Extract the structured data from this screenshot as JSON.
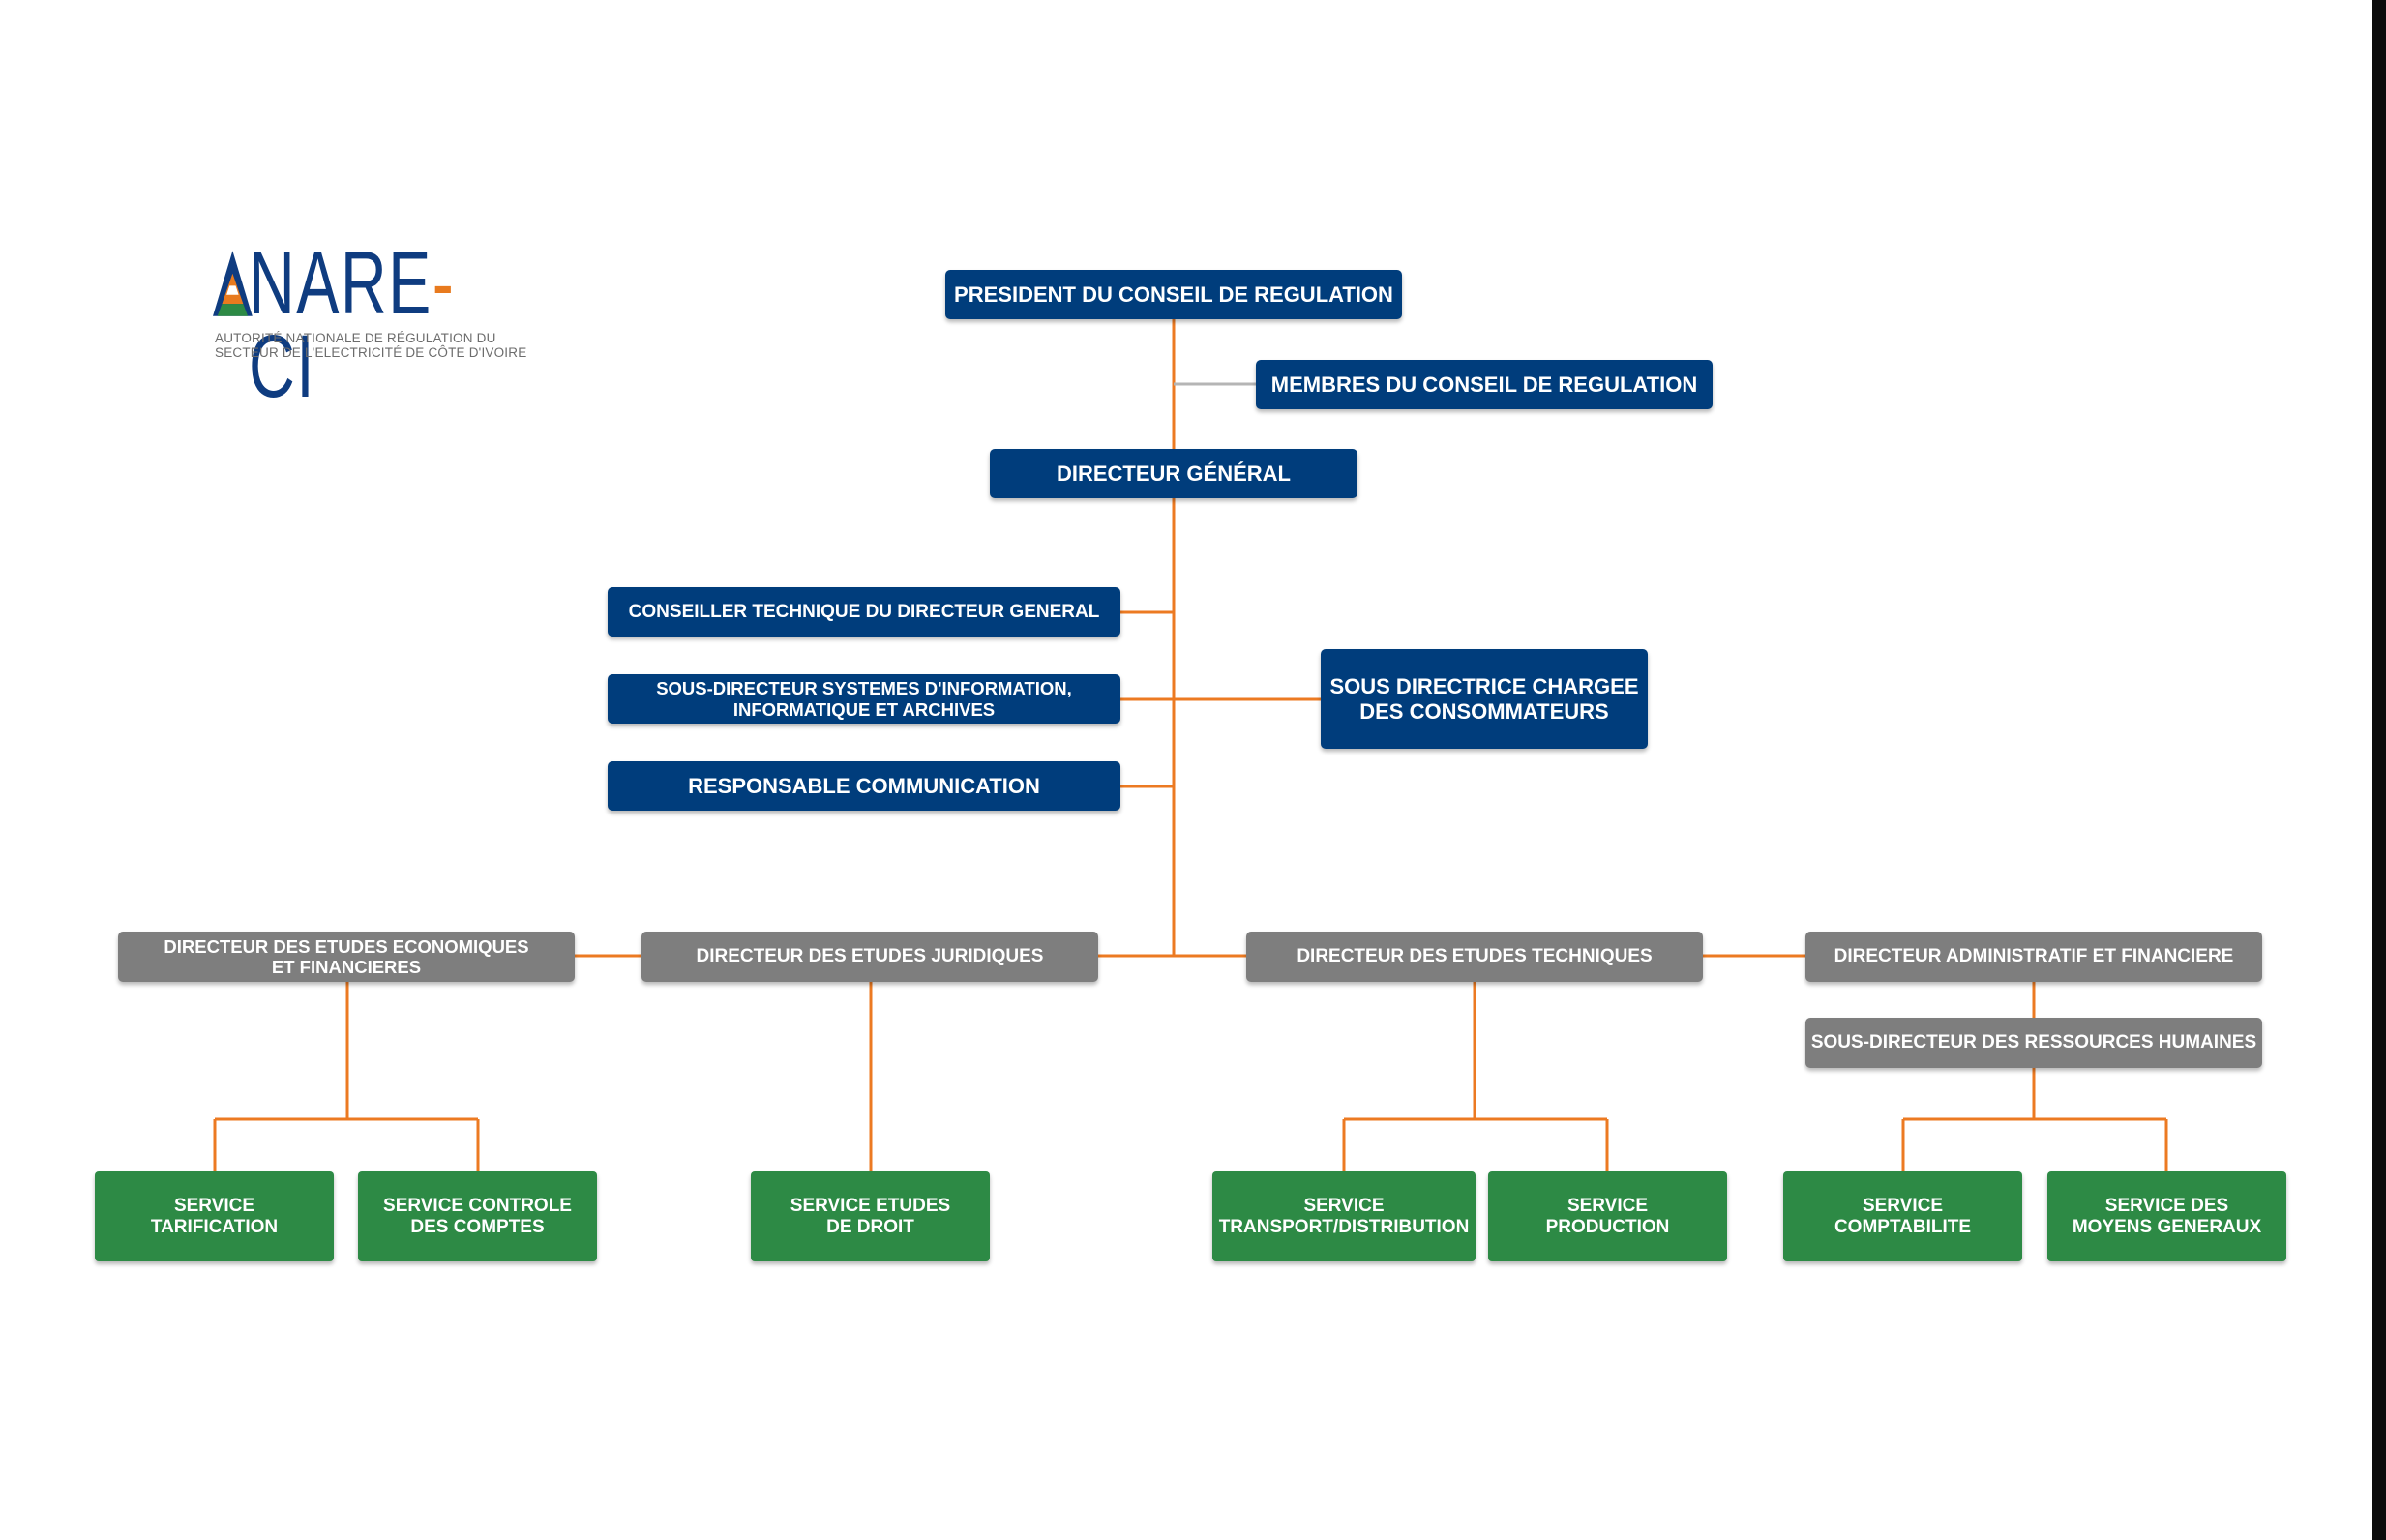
{
  "logo": {
    "initial": "A",
    "name_part1": "NARE",
    "dash": "-",
    "name_part2": "CI",
    "subtitle": "AUTORITÉ NATIONALE DE RÉGULATION DU\nSECTEUR DE L'ELECTRICITÉ DE CÔTE D'IVOIRE"
  },
  "colors": {
    "executive": "#003d7c",
    "director": "#7e7e7e",
    "service": "#2d8a45",
    "connector": "#ec7a22",
    "connector_secondary": "#b5b5b5"
  },
  "nodes": {
    "president": "PRESIDENT DU CONSEIL DE REGULATION",
    "membres": "MEMBRES DU CONSEIL DE REGULATION",
    "dg": "DIRECTEUR GÉNÉRAL",
    "conseiller": "CONSEILLER TECHNIQUE DU DIRECTEUR GENERAL",
    "sous_si": "SOUS-DIRECTEUR SYSTEMES D'INFORMATION,\nINFORMATIQUE ET ARCHIVES",
    "communication": "RESPONSABLE COMMUNICATION",
    "consommateurs": "SOUS DIRECTRICE CHARGEE\nDES CONSOMMATEURS",
    "dir_eco": "DIRECTEUR DES ETUDES ECONOMIQUES\nET FINANCIERES",
    "dir_jur": "DIRECTEUR DES ETUDES JURIDIQUES",
    "dir_tech": "DIRECTEUR DES ETUDES TECHNIQUES",
    "dir_admin": "DIRECTEUR ADMINISTRATIF ET FINANCIERE",
    "sous_rh": "SOUS-DIRECTEUR DES RESSOURCES HUMAINES",
    "svc_tarif": "SERVICE\nTARIFICATION",
    "svc_controle": "SERVICE CONTROLE\nDES COMPTES",
    "svc_droit": "SERVICE ETUDES\nDE DROIT",
    "svc_transport": "SERVICE\nTRANSPORT/DISTRIBUTION",
    "svc_production": "SERVICE\nPRODUCTION",
    "svc_compta": "SERVICE\nCOMPTABILITE",
    "svc_moyens": "SERVICE DES\nMOYENS GENERAUX"
  }
}
